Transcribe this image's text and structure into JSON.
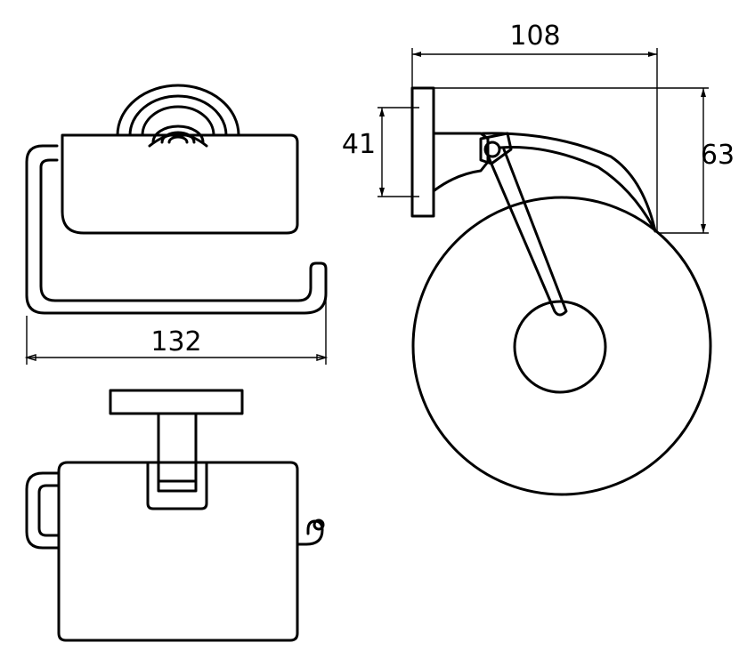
{
  "dimensions": {
    "width_total": "132",
    "depth": "108",
    "height": "63",
    "mount_height": "41"
  }
}
